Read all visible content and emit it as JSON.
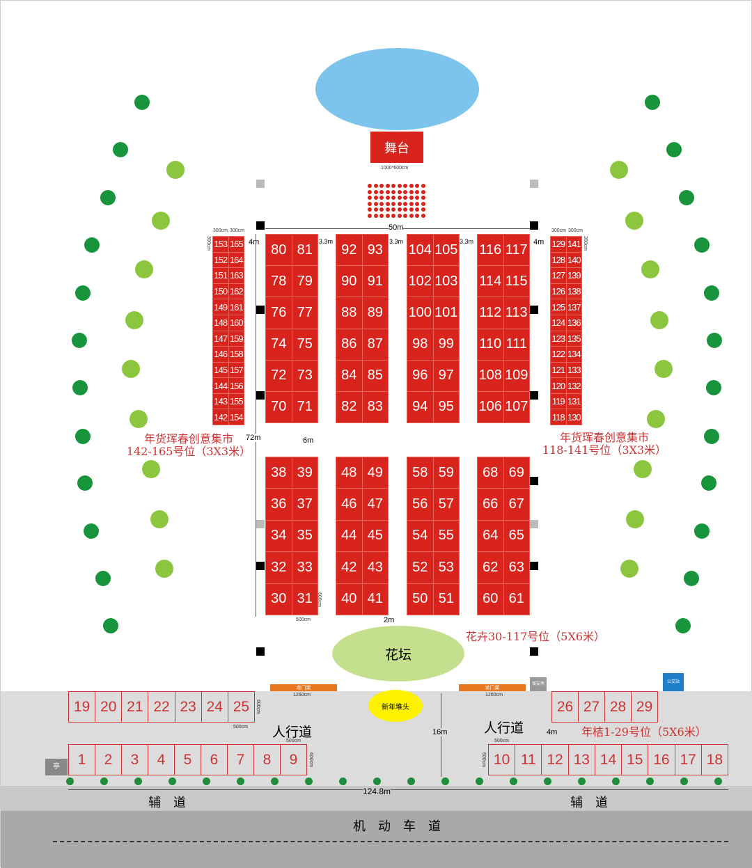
{
  "stage": {
    "label": "舞台",
    "size": "1000*600cm"
  },
  "dimensions": {
    "width_top": "50m",
    "aisle_4m_left": "4m",
    "aisle_4m_right": "4m",
    "aisle_33": "3.3m",
    "height_72": "72m",
    "gap_6": "6m",
    "gap_2": "2m",
    "booth_w": "500cm",
    "booth_h": "600cm",
    "side_w": "300cm",
    "side_h": "300cm",
    "sidewalk_16": "16m",
    "sidewalk_4": "4m",
    "total_width": "124.8m",
    "gate_w": "1260cm"
  },
  "labels": {
    "left_market": "年货珲春创意集市",
    "left_market_range": "142-165号位（3X3米）",
    "right_market": "年货珲春创意集市",
    "right_market_range": "118-141号位（3X3米）",
    "flower_range": "花卉30-117号位（5X6米）",
    "flower_bed": "花坛",
    "kumquat_range": "年桔1-29号位（5X6米）",
    "new_year_display": "新年堆头",
    "gate": "龙门架",
    "security": "保安亭",
    "bus_stop": "公交站",
    "pavilion": "亭",
    "sidewalk": "人行道",
    "aux_road": "辅　道",
    "motor_road": "机　动　车　道"
  },
  "upper_blocks": [
    [
      [
        "80",
        "81"
      ],
      [
        "78",
        "79"
      ],
      [
        "76",
        "77"
      ],
      [
        "74",
        "75"
      ],
      [
        "72",
        "73"
      ],
      [
        "70",
        "71"
      ]
    ],
    [
      [
        "92",
        "93"
      ],
      [
        "90",
        "91"
      ],
      [
        "88",
        "89"
      ],
      [
        "86",
        "87"
      ],
      [
        "84",
        "85"
      ],
      [
        "82",
        "83"
      ]
    ],
    [
      [
        "104",
        "105"
      ],
      [
        "102",
        "103"
      ],
      [
        "100",
        "101"
      ],
      [
        "98",
        "99"
      ],
      [
        "96",
        "97"
      ],
      [
        "94",
        "95"
      ]
    ],
    [
      [
        "116",
        "117"
      ],
      [
        "114",
        "115"
      ],
      [
        "112",
        "113"
      ],
      [
        "110",
        "111"
      ],
      [
        "108",
        "109"
      ],
      [
        "106",
        "107"
      ]
    ]
  ],
  "lower_blocks": [
    [
      [
        "38",
        "39"
      ],
      [
        "36",
        "37"
      ],
      [
        "34",
        "35"
      ],
      [
        "32",
        "33"
      ],
      [
        "30",
        "31"
      ]
    ],
    [
      [
        "48",
        "49"
      ],
      [
        "46",
        "47"
      ],
      [
        "44",
        "45"
      ],
      [
        "42",
        "43"
      ],
      [
        "40",
        "41"
      ]
    ],
    [
      [
        "58",
        "59"
      ],
      [
        "56",
        "57"
      ],
      [
        "54",
        "55"
      ],
      [
        "52",
        "53"
      ],
      [
        "50",
        "51"
      ]
    ],
    [
      [
        "68",
        "69"
      ],
      [
        "66",
        "67"
      ],
      [
        "64",
        "65"
      ],
      [
        "62",
        "63"
      ],
      [
        "60",
        "61"
      ]
    ]
  ],
  "left_side": [
    [
      "153",
      "165"
    ],
    [
      "152",
      "164"
    ],
    [
      "151",
      "163"
    ],
    [
      "150",
      "162"
    ],
    [
      "149",
      "161"
    ],
    [
      "148",
      "160"
    ],
    [
      "147",
      "159"
    ],
    [
      "146",
      "158"
    ],
    [
      "145",
      "157"
    ],
    [
      "144",
      "156"
    ],
    [
      "143",
      "155"
    ],
    [
      "142",
      "154"
    ]
  ],
  "right_side": [
    [
      "129",
      "141"
    ],
    [
      "128",
      "140"
    ],
    [
      "127",
      "139"
    ],
    [
      "126",
      "138"
    ],
    [
      "125",
      "137"
    ],
    [
      "124",
      "136"
    ],
    [
      "123",
      "135"
    ],
    [
      "122",
      "134"
    ],
    [
      "121",
      "133"
    ],
    [
      "120",
      "132"
    ],
    [
      "119",
      "131"
    ],
    [
      "118",
      "130"
    ]
  ],
  "kumquat_rows": {
    "r19": [
      "19",
      "20",
      "21",
      "22",
      "23",
      "24",
      "25"
    ],
    "r26": [
      "26",
      "27",
      "28",
      "29"
    ],
    "r1": [
      "1",
      "2",
      "3",
      "4",
      "5",
      "6",
      "7",
      "8",
      "9"
    ],
    "r10": [
      "10",
      "11",
      "12",
      "13",
      "14",
      "15",
      "16",
      "17",
      "18"
    ]
  },
  "colors": {
    "booth": "#d8241c",
    "tree_dark": "#18943c",
    "tree_light": "#8cc63f",
    "pond": "#7cc4ec",
    "flowerbed": "#c4e08e"
  }
}
